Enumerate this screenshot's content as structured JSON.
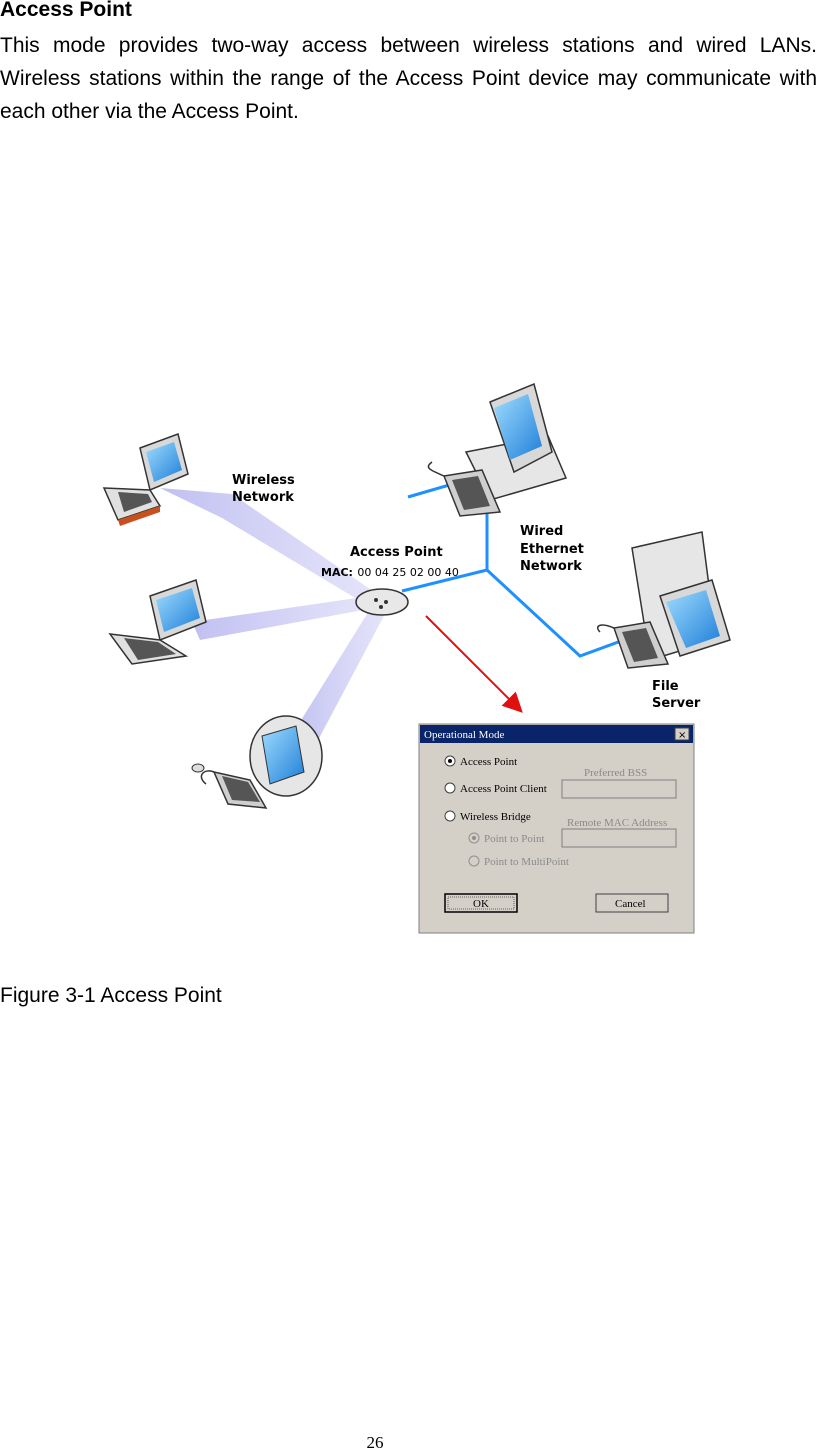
{
  "heading": "Access Point",
  "paragraph": "This mode provides two-way access between wireless stations and wired LANs. Wireless stations within the range of the Access Point device may communicate with each other via the Access Point.",
  "diagram": {
    "wireless_label_1": "Wireless",
    "wireless_label_2": "Network",
    "ap_label": "Access Point",
    "mac_prefix": "MAC:",
    "mac_value": "00  04  25  02  00  40",
    "wired_label_1": "Wired",
    "wired_label_2": "Ethernet",
    "wired_label_3": "Network",
    "file_label_1": "File",
    "file_label_2": "Server"
  },
  "dialog": {
    "title": "Operational Mode",
    "close_glyph": "×",
    "opt_access_point": "Access Point",
    "opt_ap_client": "Access Point Client",
    "opt_wireless_bridge": "Wireless Bridge",
    "opt_p2p": "Point to Point",
    "opt_p2mp": "Point to MultiPoint",
    "preferred_bss_label": "Preferred BSS",
    "remote_mac_label": "Remote MAC Address",
    "ok_label": "OK",
    "cancel_label": "Cancel",
    "selected_mode": "Access Point"
  },
  "caption": "Figure 3-1 Access Point",
  "page_number": "26"
}
